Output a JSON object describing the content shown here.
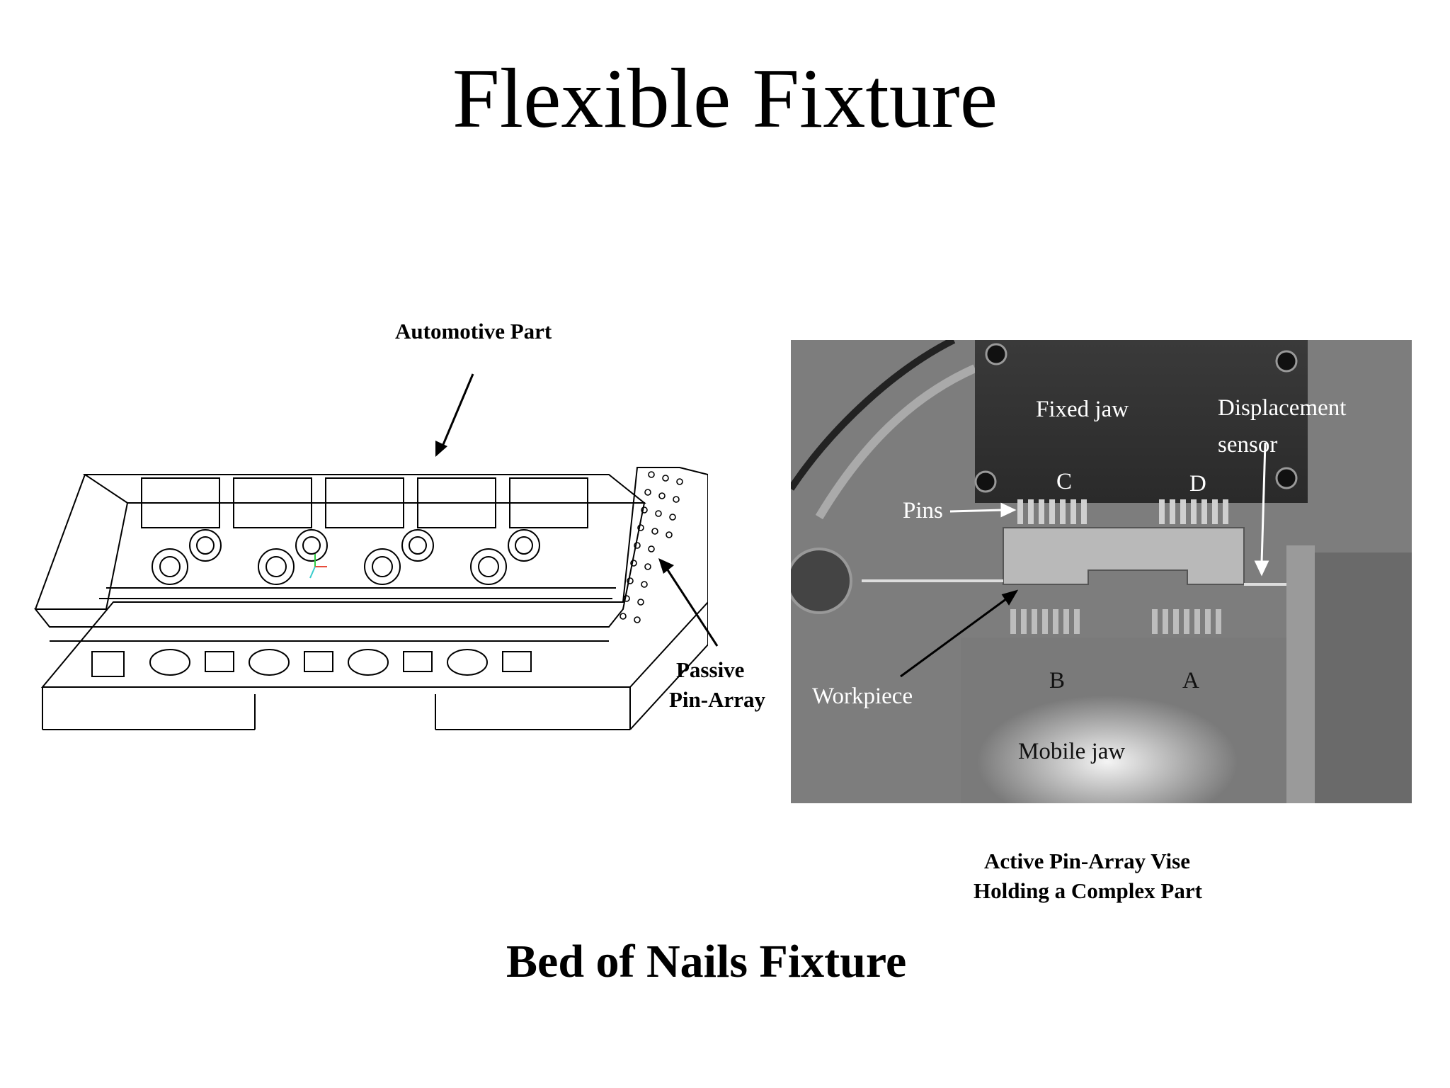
{
  "slide": {
    "title": "Flexible Fixture",
    "left_panel": {
      "automotive_part_label": "Automotive Part",
      "passive_label_line1": "Passive",
      "passive_label_line2": "Pin-Array",
      "caption": "Bed of Nails Fixture"
    },
    "right_panel": {
      "labels": {
        "fixed_jaw": "Fixed jaw",
        "displacement_line1": "Displacement",
        "displacement_line2": "sensor",
        "c": "C",
        "d": "D",
        "pins": "Pins",
        "b": "B",
        "a": "A",
        "workpiece": "Workpiece",
        "mobile_jaw": "Mobile jaw"
      },
      "caption_line1": "Active Pin-Array Vise",
      "caption_line2": "Holding a Complex Part"
    }
  },
  "colors": {
    "background": "#ffffff",
    "text": "#000000",
    "photo_bg": "#6e6e6e"
  }
}
